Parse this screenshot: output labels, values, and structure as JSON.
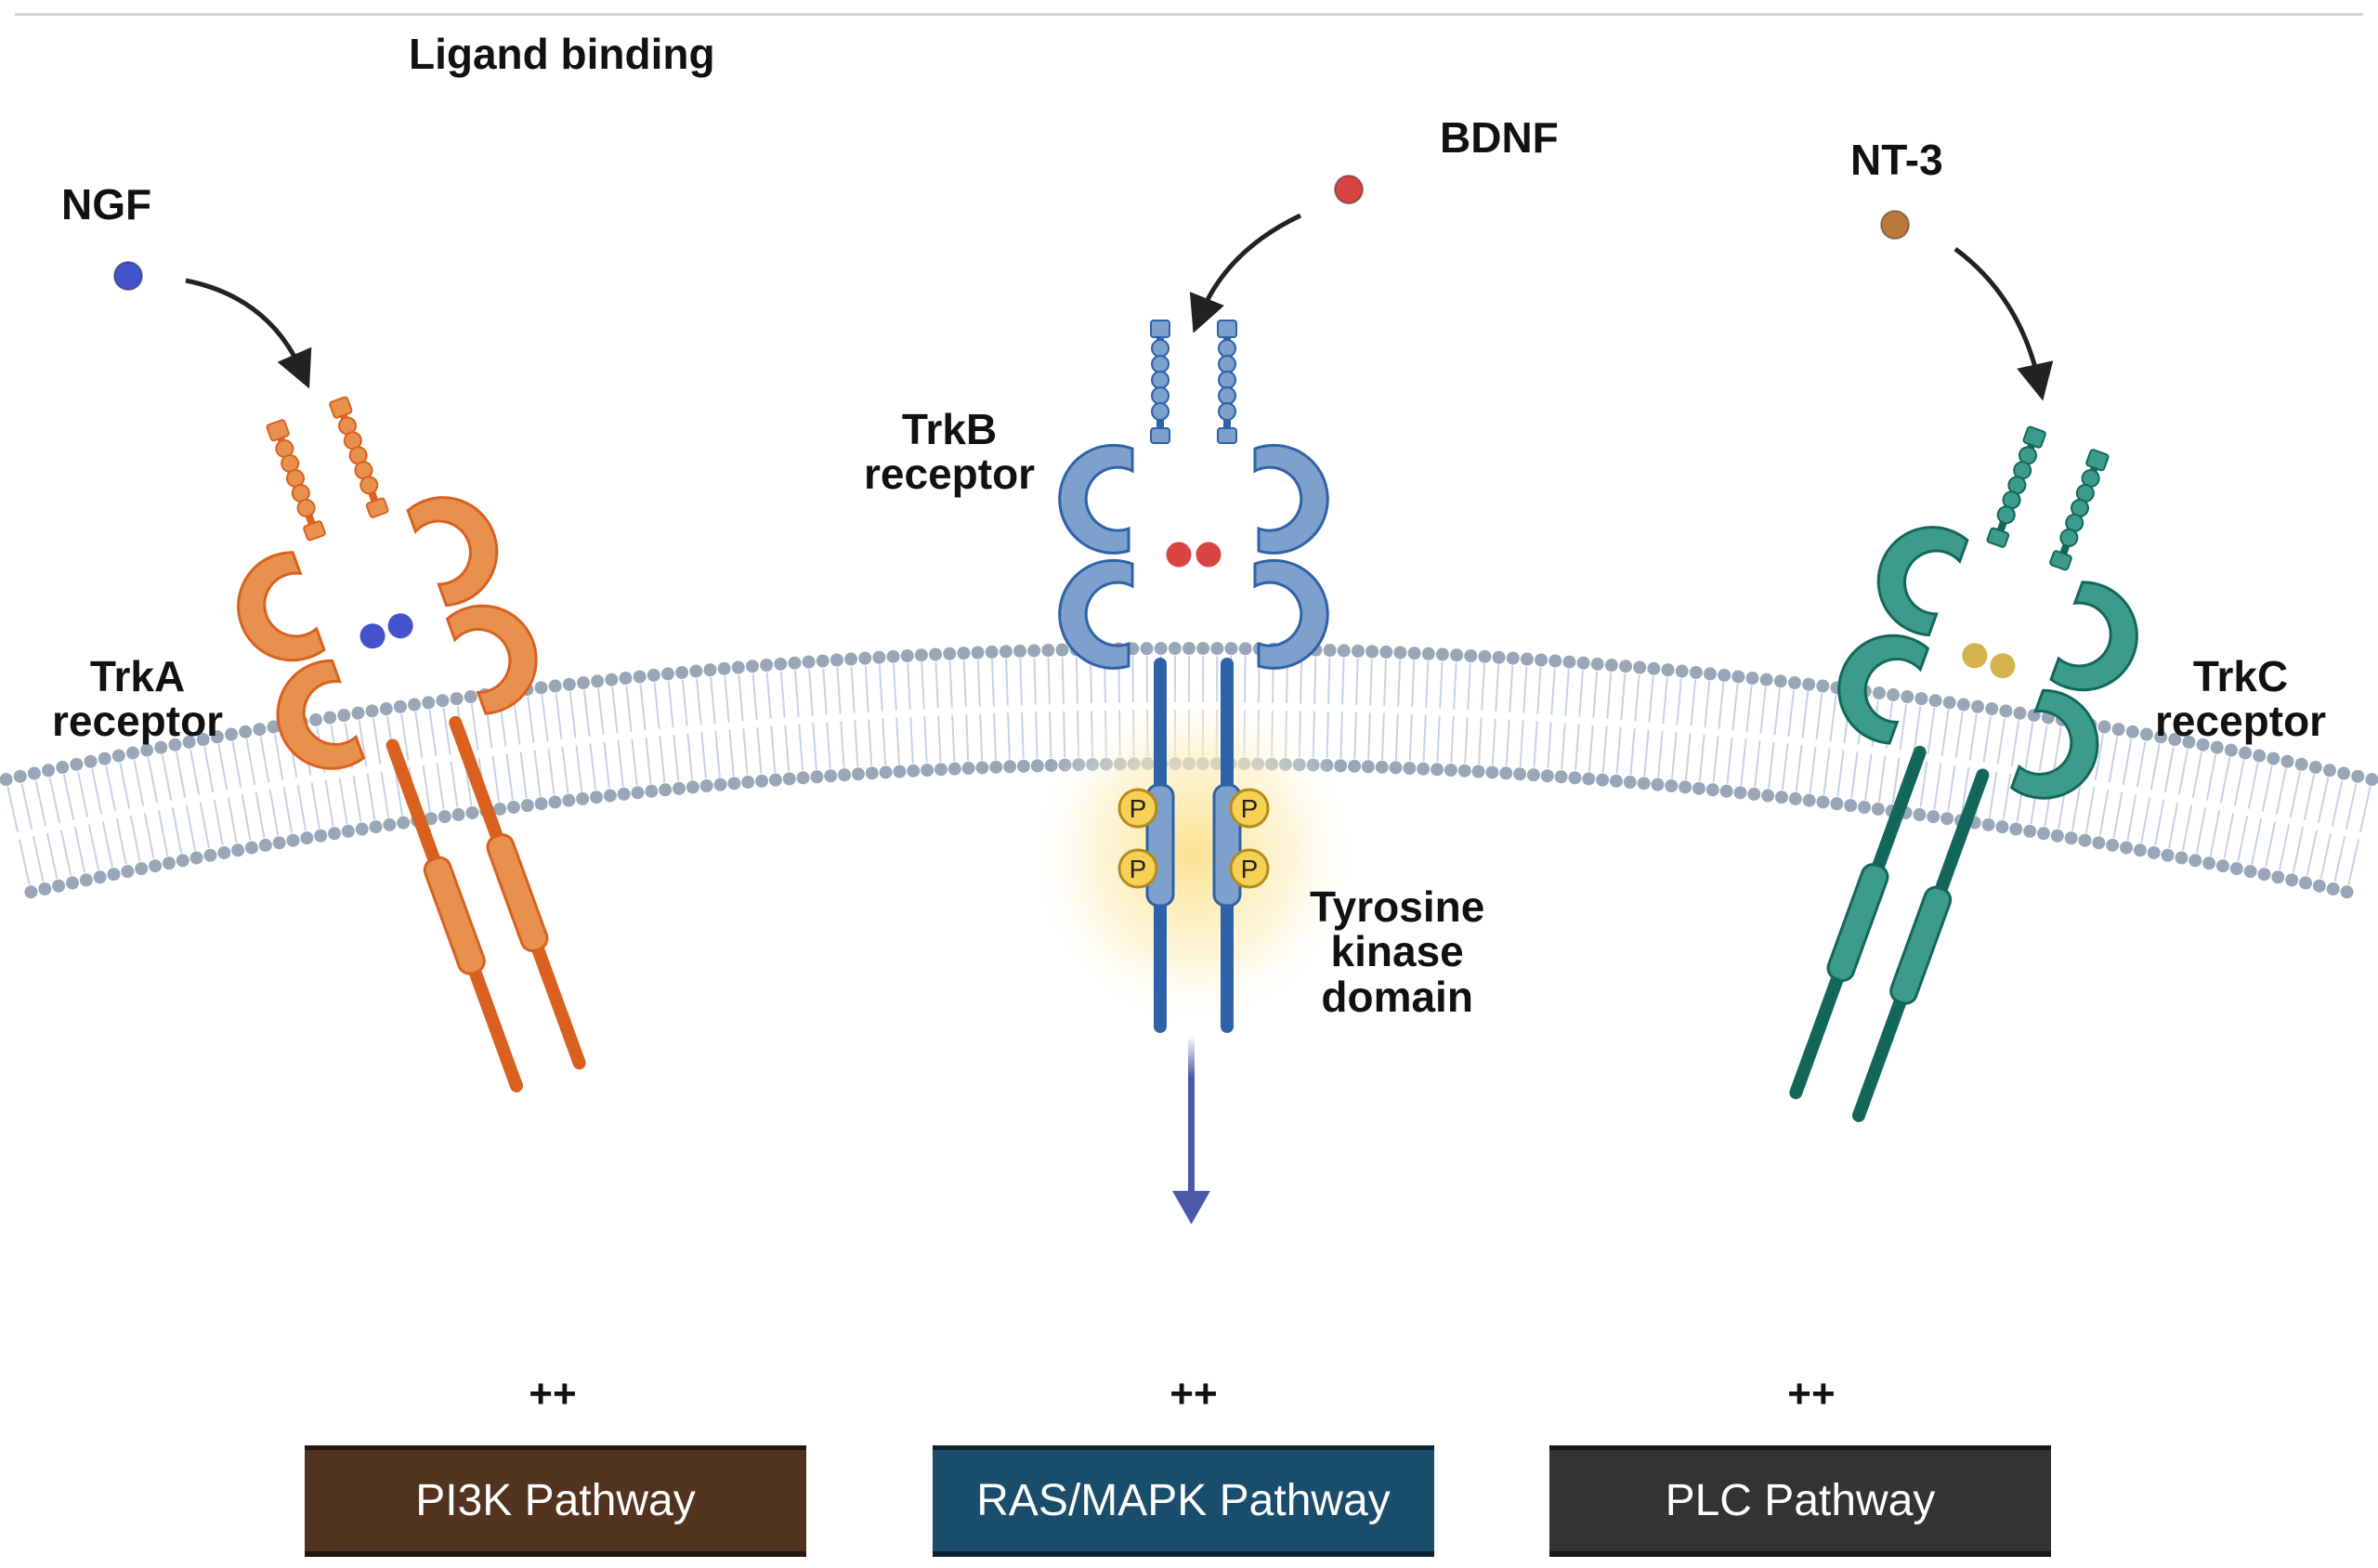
{
  "title": "Ligand binding",
  "ligands": [
    {
      "id": "ngf",
      "label": "NGF",
      "color": "#4452cc"
    },
    {
      "id": "bdnf",
      "label": "BDNF",
      "color": "#d64541"
    },
    {
      "id": "nt3",
      "label": "NT-3",
      "color": "#b8783a"
    }
  ],
  "receptors": [
    {
      "id": "trka",
      "label": "TrkA\nreceptor",
      "fill": "#e8914e",
      "stroke": "#d9601f",
      "tail": "#d9601f",
      "bound_ligand_color": "#4452cc"
    },
    {
      "id": "trkb",
      "label": "TrkB\nreceptor",
      "fill": "#7da0cc",
      "stroke": "#2e62a8",
      "tail": "#2e62a8",
      "bound_ligand_color": "#d64541"
    },
    {
      "id": "trkc",
      "label": "TrkC\nreceptor",
      "fill": "#3d9b8c",
      "stroke": "#13675a",
      "tail": "#13675a",
      "bound_ligand_color": "#d4b24d"
    }
  ],
  "kinase": {
    "label": "Tyrosine\nkinase\ndomain",
    "phospho_label": "P",
    "phospho_fill": "#f7d155",
    "phospho_stroke": "#b58a1a",
    "glow_color": "#fbe7a0"
  },
  "membrane": {
    "head_color": "#98a6b8",
    "tail_color": "#c8d2e4"
  },
  "signal_arrow_color": "#4a5aa8",
  "pathways": [
    {
      "label": "PI3K Pathway",
      "marker": "++",
      "color": "#523320"
    },
    {
      "label": "RAS/MAPK Pathway",
      "marker": "++",
      "color": "#1a4d6b"
    },
    {
      "label": "PLC Pathway",
      "marker": "++",
      "color": "#333333"
    }
  ]
}
